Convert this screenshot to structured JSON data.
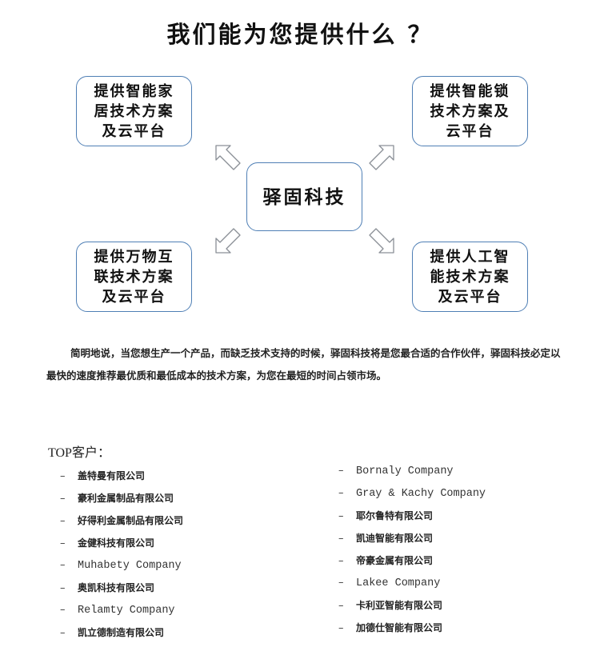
{
  "title": "我们能为您提供什么 ？",
  "center": {
    "label": "驿固科技"
  },
  "services": {
    "top_left": [
      "提供智能家",
      "居技术方案",
      "及云平台"
    ],
    "top_right": [
      "提供智能锁",
      "技术方案及",
      "云平台"
    ],
    "bottom_left": [
      "提供万物互",
      "联技术方案",
      "及云平台"
    ],
    "bottom_right": [
      "提供人工智",
      "能技术方案",
      "及云平台"
    ]
  },
  "intro": "简明地说，当您想生产一个产品，而缺乏技术支持的时候，驿固科技将是您最合适的合作伙伴，驿固科技必定以最快的速度推荐最优质和最低成本的技术方案，为您在最短的时间占领市场。",
  "clients": {
    "title": "TOP客户：",
    "bullet": "–",
    "left": [
      "盖特曼有限公司",
      "豪利金属制品有限公司",
      "好得利金属制品有限公司",
      "金健科技有限公司",
      "Muhabety Company",
      "奥凯科技有限公司",
      "Relamty Company",
      "凯立德制造有限公司"
    ],
    "right": [
      "Bornaly Company",
      "Gray & Kachy Company",
      "耶尔鲁特有限公司",
      "凯迪智能有限公司",
      "帝豪金属有限公司",
      "Lakee Company",
      "卡利亚智能有限公司",
      "加德仕智能有限公司"
    ]
  },
  "colors": {
    "box_border": "#4f7fb5",
    "arrow": "#8a8f96",
    "text": "#111111"
  }
}
